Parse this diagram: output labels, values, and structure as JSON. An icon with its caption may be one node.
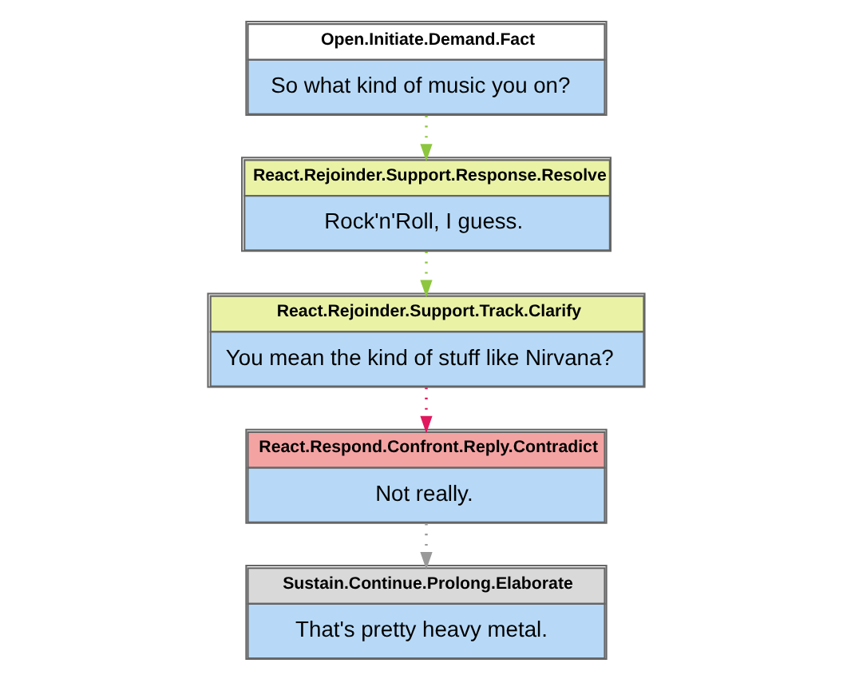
{
  "diagram": {
    "nodes": [
      {
        "text": [
          "Open.Initiate.Demand.Fact",
          "So what kind of music you on?"
        ]
      },
      {
        "text": [
          "React.Rejoinder.Support.Response.Resolve",
          "Rock'n'Roll, I guess."
        ]
      },
      {
        "text": [
          "React.Rejoinder.Support.Track.Clarify",
          "You mean the kind of stuff like Nirvana?"
        ]
      },
      {
        "text": [
          "React.Respond.Confront.Reply.Contradict",
          "Not really."
        ]
      },
      {
        "text": [
          "Sustain.Continue.Prolong.Elaborate",
          "That's pretty heavy metal."
        ]
      }
    ],
    "edges": [
      {
        "from": 0,
        "to": 1,
        "arrow": "to",
        "style": "dashed",
        "color": "#8dc63f"
      },
      {
        "from": 1,
        "to": 2,
        "arrow": "to",
        "style": "dashed",
        "color": "#8dc63f"
      },
      {
        "from": 2,
        "to": 3,
        "arrow": "to",
        "style": "dashed",
        "color": "#e0185e"
      },
      {
        "from": 3,
        "to": 4,
        "arrow": "to",
        "style": "dashed",
        "color": "#999999"
      }
    ]
  }
}
